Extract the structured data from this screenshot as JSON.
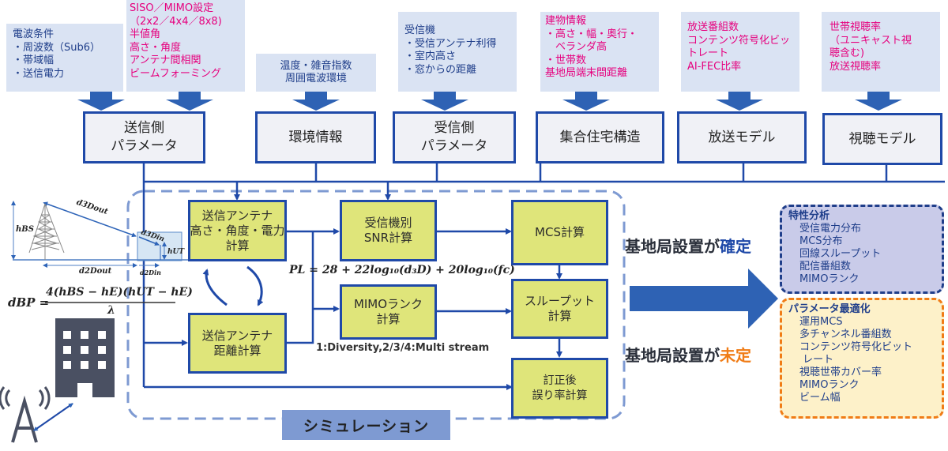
{
  "input_boxes": {
    "radio": {
      "lines": [
        "電波条件",
        "・周波数（Sub6）",
        "・帯域幅",
        "・送信電力"
      ],
      "color": "#1f3e8a"
    },
    "mimo": {
      "lines": [
        "SISO／MIMO設定",
        "（2x2／4x4／8x8)",
        "半値角",
        "高さ・角度",
        "アンテナ間相関",
        "ビームフォーミング"
      ],
      "color": "#e6007e"
    },
    "environment": {
      "lines": [
        "温度・雑音指数",
        "周囲電波環境"
      ],
      "color": "#1f3e8a"
    },
    "receiver": {
      "lines": [
        "受信機",
        "・受信アンテナ利得",
        "・室内高さ",
        "・窓からの距離"
      ],
      "color": "#1f3e8a"
    },
    "building": {
      "lines": [
        "建物情報",
        "・高さ・幅・奥行・",
        "　ベランダ高",
        "・世帯数",
        "基地局端末間距離"
      ],
      "color": "#e6007e"
    },
    "broadcast": {
      "lines": [
        "放送番組数",
        "コンテンツ符号化ビッ",
        "トレート",
        "AI-FEC比率"
      ],
      "color": "#e6007e"
    },
    "viewing": {
      "lines": [
        "世帯視聴率",
        "（ユニキャスト視",
        "聴含む)",
        "放送視聴率"
      ],
      "color": "#e6007e"
    }
  },
  "param_boxes": {
    "tx": [
      "送信側",
      "パラメータ"
    ],
    "env": [
      "環境情報"
    ],
    "rx": [
      "受信側",
      "パラメータ"
    ],
    "housing": [
      "集合住宅構造"
    ],
    "broadcast_model": [
      "放送モデル"
    ],
    "viewing_model": [
      "視聴モデル"
    ]
  },
  "calc_boxes": {
    "tx_antenna": [
      "送信アンテナ",
      "高さ・角度・電力",
      "計算"
    ],
    "tx_distance": [
      "送信アンテナ",
      "距離計算"
    ],
    "snr": [
      "受信機別",
      "SNR計算"
    ],
    "mimo_rank": [
      "MIMOランク",
      "計算"
    ],
    "mcs": [
      "MCS計算"
    ],
    "throughput": [
      "スループット",
      "計算"
    ],
    "error_rate": [
      "訂正後",
      "誤り率計算"
    ]
  },
  "formulas": {
    "pathloss": "PL = 28 + 22log₁₀(d₃D) + 20log₁₀(fc)",
    "breakpoint_lhs": "dBP =",
    "breakpoint_num": "4(hBS − hE)(hUT − hE)",
    "breakpoint_den": "λ"
  },
  "geometry_labels": {
    "h_bs": "hBS",
    "d_3dout": "d3Dout",
    "d_3din": "d3Din",
    "h_ut": "hUT",
    "d_2dout": "d2Dout",
    "d_2din": "d2Din"
  },
  "mimo_note": "1:Diversity,2/3/4:Multi stream",
  "simulation_label": "シミュレーション",
  "decision": {
    "confirmed_prefix": "基地局設置が",
    "confirmed_suffix": "確定",
    "confirmed_color": "#1f49a8",
    "undecided_prefix": "基地局設置が",
    "undecided_suffix": "未定",
    "undecided_color": "#f07c16"
  },
  "results": {
    "analysis": {
      "title": "特性分析",
      "items": [
        "受信電力分布",
        "MCS分布",
        "回線スループット",
        "配信番組数",
        "MIMOランク"
      ]
    },
    "optimization": {
      "title": "パラメータ最適化",
      "items": [
        "運用MCS",
        "多チャンネル番組数",
        "コンテンツ符号化ビット",
        " レート",
        "視聴世帯カバー率",
        "MIMOランク",
        "ビーム幅"
      ]
    }
  },
  "colors": {
    "primary_blue": "#1f49a8",
    "input_bg": "#dae3f3",
    "calc_fill": "#dfe57a",
    "dashed_sim": "#7e9ad2",
    "analysis_bg": "#c9cbe9",
    "optimization_bg": "#fdf1c9",
    "optimization_border": "#f07c16"
  }
}
